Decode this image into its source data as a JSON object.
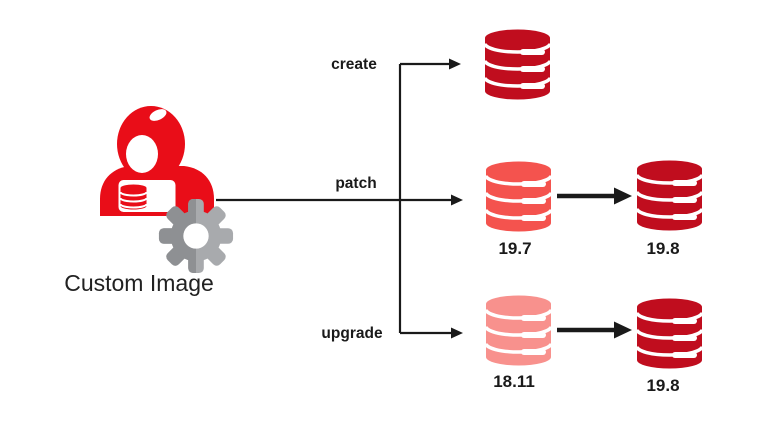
{
  "colors": {
    "background": "#FFFFFF",
    "line": "#1A1A1A",
    "text": "#1A1A1A",
    "db_dark": "#C00D1E",
    "db_medium": "#F4534E",
    "db_light": "#F8918D",
    "person_red": "#E90D18",
    "gear_light": "#A8AAAD",
    "gear_dark": "#8E9093"
  },
  "icons": {
    "source_person": "person-with-database-icon",
    "source_gear": "gear-icon",
    "target": "database-icon"
  },
  "source": {
    "label": "Custom Image"
  },
  "branches": [
    {
      "label": "create",
      "databases": [
        {
          "version": "",
          "shade": "dark"
        }
      ]
    },
    {
      "label": "patch",
      "databases": [
        {
          "version": "19.7",
          "shade": "medium"
        },
        {
          "version": "19.8",
          "shade": "dark"
        }
      ]
    },
    {
      "label": "upgrade",
      "databases": [
        {
          "version": "18.11",
          "shade": "light"
        },
        {
          "version": "19.8",
          "shade": "dark"
        }
      ]
    }
  ]
}
